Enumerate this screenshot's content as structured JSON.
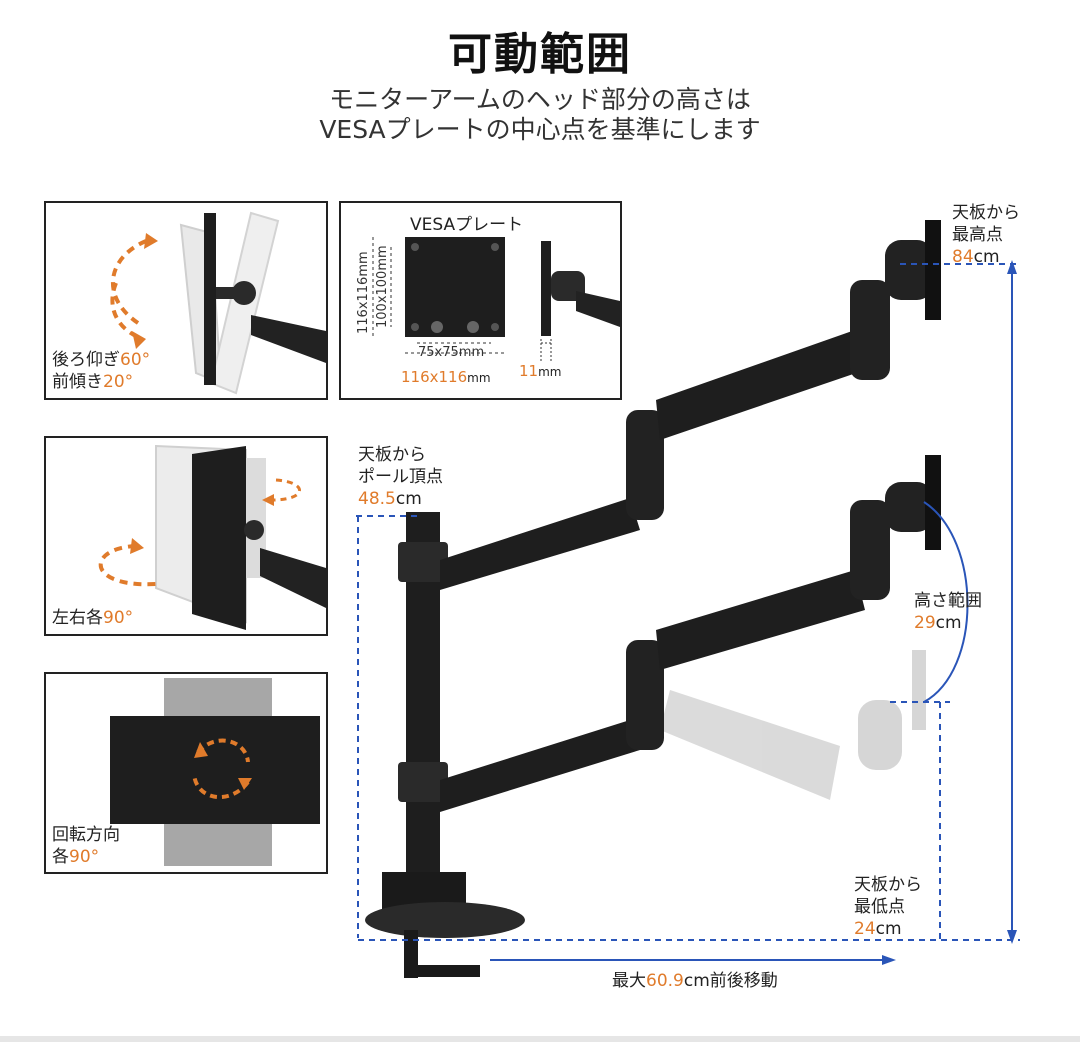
{
  "header": {
    "title": "可動範囲",
    "subtitle_line1": "モニターアームのヘッド部分の高さは",
    "subtitle_line2": "VESAプレートの中心点を基準にします"
  },
  "tilt_panel": {
    "label_line1_pre": "後ろ仰ぎ",
    "label_line1_val": "60°",
    "label_line2_pre": "前傾き",
    "label_line2_val": "20°"
  },
  "vesa_panel": {
    "title": "VESAプレート",
    "outer_vertical": "116x116mm",
    "inner_vertical": "100x100mm",
    "inner_horizontal": "75x75mm",
    "outer_horizontal_val": "116x116",
    "outer_horizontal_unit": "mm",
    "thickness_val": "11",
    "thickness_unit": "mm"
  },
  "swivel_panel": {
    "label_pre": "左右各",
    "label_val": "90°"
  },
  "rotate_panel": {
    "label_line1": "回転方向",
    "label_line2_pre": "各",
    "label_line2_val": "90°"
  },
  "annotations": {
    "max_height": {
      "line1": "天板から",
      "line2": "最高点",
      "value": "84",
      "unit": "cm"
    },
    "pole_top": {
      "line1": "天板から",
      "line2": "ポール頂点",
      "value": "48.5",
      "unit": "cm"
    },
    "height_range": {
      "line1": "高さ範囲",
      "value": "29",
      "unit": "cm"
    },
    "min_height": {
      "line1": "天板から",
      "line2": "最低点",
      "value": "24",
      "unit": "cm"
    },
    "depth": {
      "prefix": "最大",
      "value": "60.9",
      "suffix": "cm前後移動"
    }
  },
  "colors": {
    "accent_orange": "#e07b2b",
    "dimension_blue": "#2a55b8",
    "arm_black": "#1e1e1e",
    "ghost_gray": "#bdbdbd"
  }
}
